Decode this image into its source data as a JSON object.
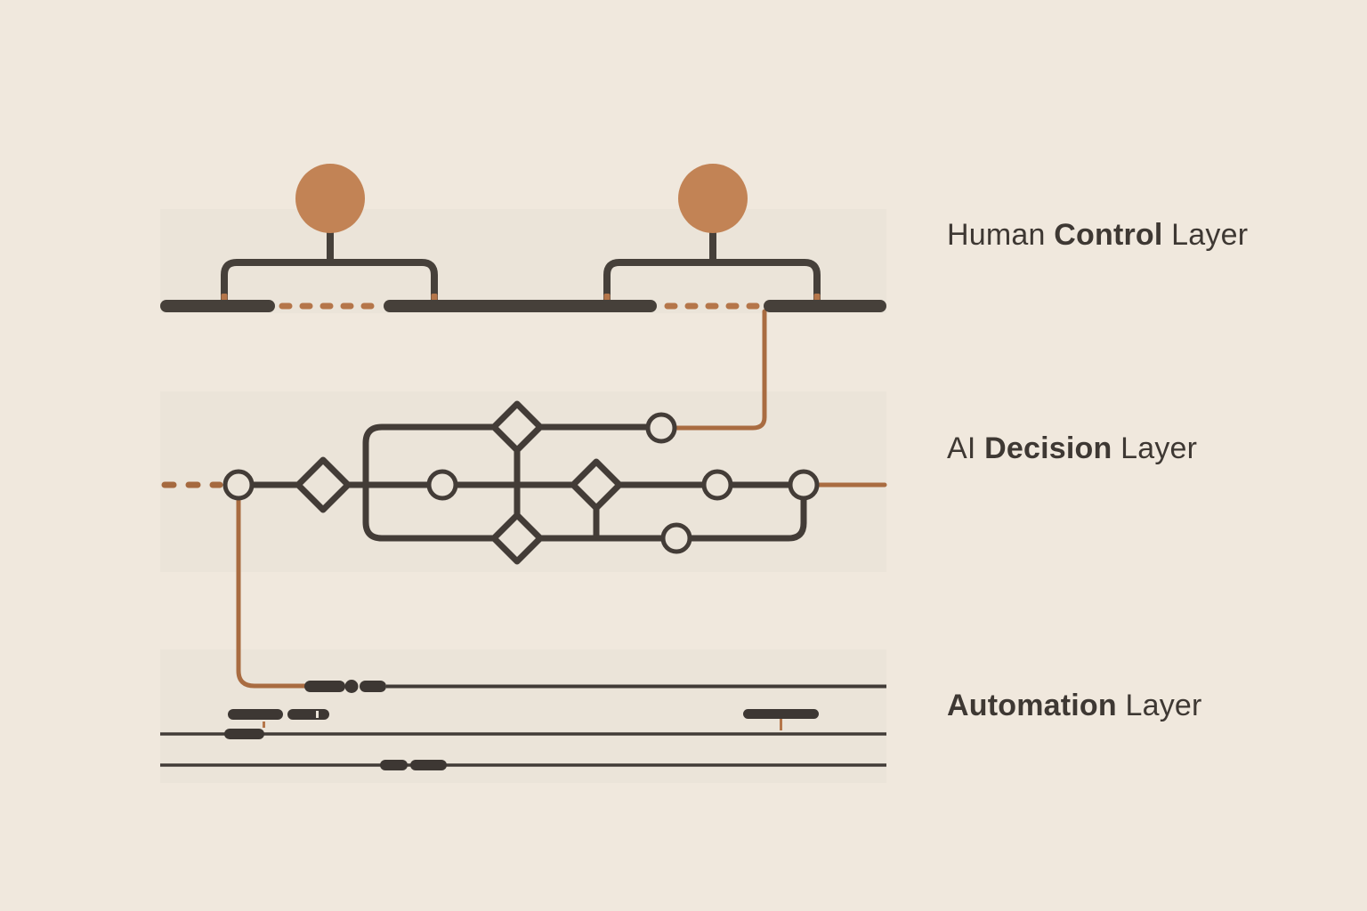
{
  "colors": {
    "background": "#f0e8dd",
    "band": "#ebe4d9",
    "line_dark": "#433c37",
    "bar_dark": "#46403a",
    "accent": "#c28355",
    "accent_line": "#a96c41",
    "text": "#3e3833"
  },
  "layers": [
    {
      "key": "human-control",
      "prefix": "Human ",
      "bold": "Control",
      "suffix": " Layer",
      "visible_nodes": {
        "human_circles": 2,
        "control_brackets": 2,
        "bar_segments": 3,
        "dashed_gaps": 2
      }
    },
    {
      "key": "ai-decision",
      "prefix": "AI ",
      "bold": "Decision",
      "suffix": " Layer",
      "visible_nodes": {
        "decision_diamonds": 4,
        "state_circles": 6,
        "dashed_input": 1,
        "orange_connectors": 3
      }
    },
    {
      "key": "automation",
      "prefix": "",
      "bold": "Automation",
      "suffix": " Layer",
      "visible_nodes": {
        "process_lines": 3,
        "task_capsules": 8,
        "orange_ticks": 2
      }
    }
  ]
}
